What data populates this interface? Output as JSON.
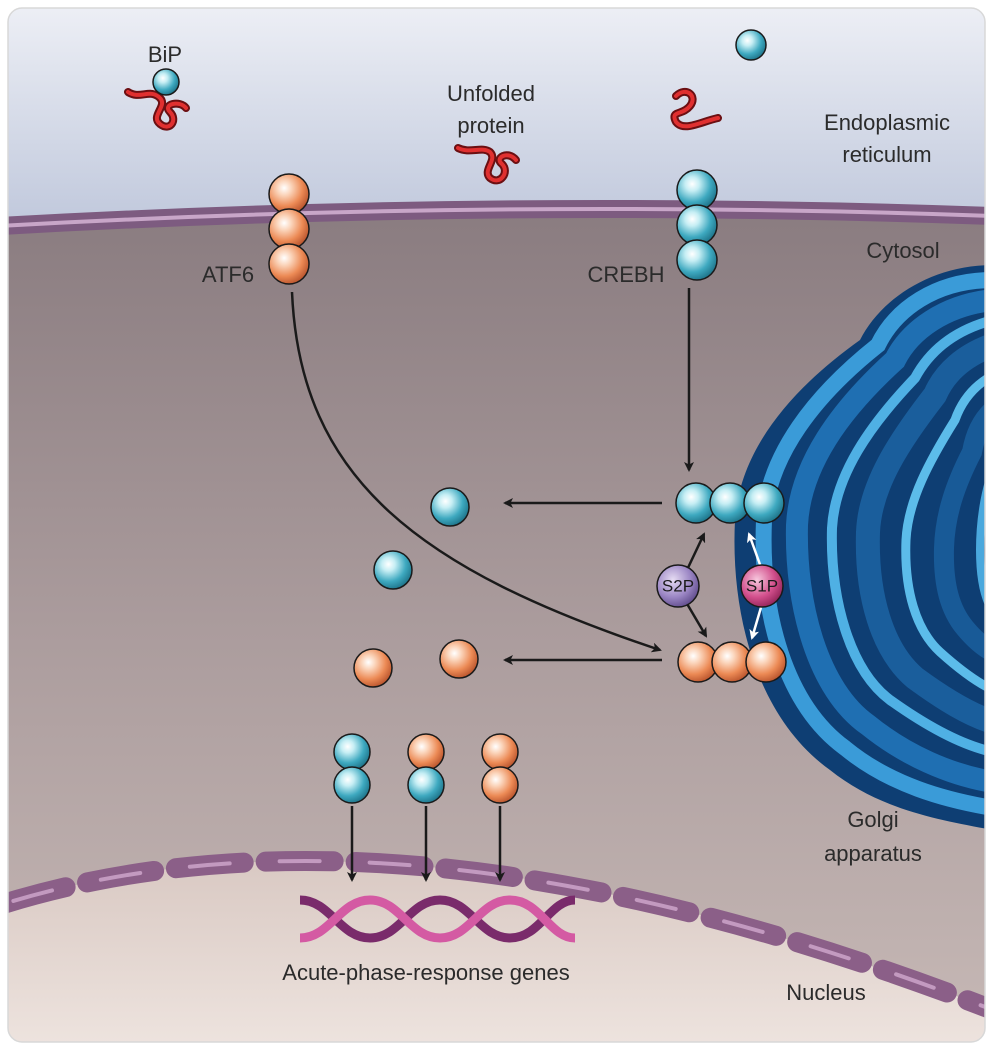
{
  "labels": {
    "bip": "BiP",
    "unfolded_protein_line1": "Unfolded",
    "unfolded_protein_line2": "protein",
    "er_line1": "Endoplasmic",
    "er_line2": "reticulum",
    "cytosol": "Cytosol",
    "atf6": "ATF6",
    "crebh": "CREBH",
    "s2p": "S2P",
    "s1p": "S1P",
    "golgi_line1": "Golgi",
    "golgi_line2": "apparatus",
    "genes": "Acute-phase-response genes",
    "nucleus": "Nucleus"
  },
  "colors": {
    "er_lumen": "#c7cfe0",
    "cytosol": "#a8989a",
    "nucleus": "#dcccc6",
    "membrane": "#8e6a8e",
    "golgi": "#1f6fb2",
    "atf6_bead": "#e8854f",
    "crebh_bead": "#3aa6bd",
    "s2p_enzyme": "#9b86c4",
    "s1p_enzyme": "#d24f8c",
    "unfolded_protein": "#d42a2a",
    "dna": "#c2478f"
  },
  "icons": [
    "bip-chaperone",
    "unfolded-protein-coil",
    "protein-bead-chain",
    "protease-enzyme",
    "dna-double-helix",
    "golgi-stack",
    "nuclear-envelope"
  ]
}
